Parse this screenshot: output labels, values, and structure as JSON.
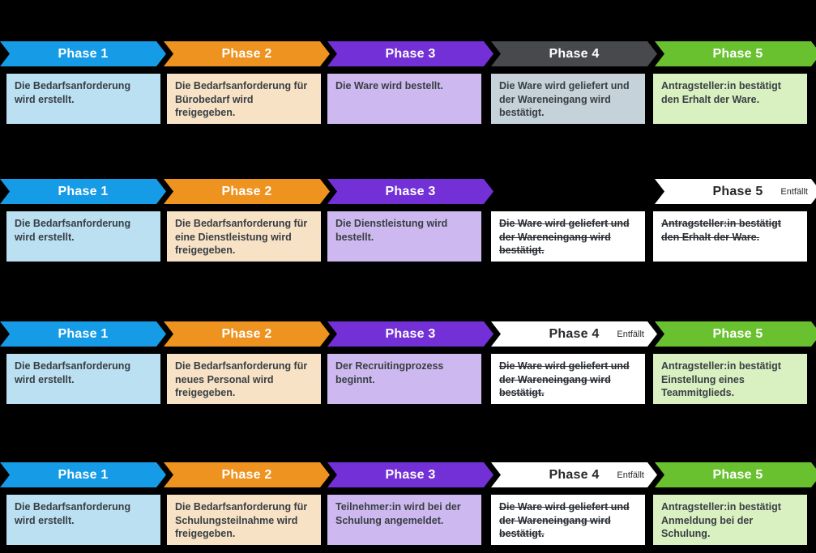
{
  "background": "#000000",
  "colors": {
    "phase1_blue": "#169BE7",
    "phase2_orange": "#EE9320",
    "phase3_purple": "#7330D6",
    "phase4_gray": "#47494C",
    "phase5_green": "#69C130",
    "cancelled_white": "#FFFFFF",
    "body_blue": "#BAE0F2",
    "body_orange": "#F8E2C6",
    "body_purple": "#CDB9EF",
    "body_gray": "#C5D2D9",
    "body_green": "#D9F0C1",
    "body_text": "#383E43"
  },
  "cancelled_badge_label": "Entfällt",
  "rows": [
    {
      "phases": [
        {
          "header_label": "Phase 1",
          "body_text": "Die Bedarfsanforderung wird erstellt."
        },
        {
          "header_label": "Phase 2",
          "body_text": "Die Bedarfsanforderung für Bürobedarf wird freigegeben."
        },
        {
          "header_label": "Phase 3",
          "body_text": "Die Ware wird bestellt."
        },
        {
          "header_label": "Phase 4",
          "body_text": "Die Ware wird geliefert und der Wareneingang wird bestätigt."
        },
        {
          "header_label": "Phase 5",
          "body_text": "Antragsteller:in bestätigt den Erhalt der Ware."
        }
      ]
    },
    {
      "phases": [
        {
          "header_label": "Phase 1",
          "body_text": "Die Bedarfsanforderung wird erstellt."
        },
        {
          "header_label": "Phase 2",
          "body_text": "Die Bedarfsanforderung für eine Dienstleistung wird freigegeben."
        },
        {
          "header_label": "Phase 3",
          "body_text": "Die Dienstleistung wird bestellt."
        },
        {
          "header_label": "",
          "body_text": "Die Ware wird geliefert und der Wareneingang wird bestätigt.",
          "struck": true
        },
        {
          "header_label": "Phase 5",
          "badge": "Entfällt",
          "body_text": "Antragsteller:in bestätigt den Erhalt der Ware.",
          "struck": true
        }
      ]
    },
    {
      "phases": [
        {
          "header_label": "Phase 1",
          "body_text": "Die Bedarfsanforderung wird erstellt."
        },
        {
          "header_label": "Phase 2",
          "body_text": "Die Bedarfsanforderung für neues Personal wird freigegeben."
        },
        {
          "header_label": "Phase 3",
          "body_text": "Der Recruitingprozess beginnt."
        },
        {
          "header_label": "Phase 4",
          "badge": "Entfällt",
          "body_text": "Die Ware wird geliefert und der Wareneingang wird bestätigt.",
          "struck": true
        },
        {
          "header_label": "Phase 5",
          "body_text": "Antragsteller:in bestätigt Einstellung eines Teammitglieds."
        }
      ]
    },
    {
      "phases": [
        {
          "header_label": "Phase 1",
          "body_text": "Die Bedarfsanforderung wird erstellt."
        },
        {
          "header_label": "Phase 2",
          "body_text": "Die Bedarfsanforderung für Schulungsteilnahme wird freigegeben."
        },
        {
          "header_label": "Phase 3",
          "body_text": "Teilnehmer:in wird bei der Schulung angemeldet."
        },
        {
          "header_label": "Phase 4",
          "badge": "Entfällt",
          "body_text": "Die Ware wird geliefert und der Wareneingang wird bestätigt.",
          "struck": true
        },
        {
          "header_label": "Phase 5",
          "body_text": "Antragsteller:in bestätigt Anmeldung bei der Schulung."
        }
      ]
    }
  ]
}
